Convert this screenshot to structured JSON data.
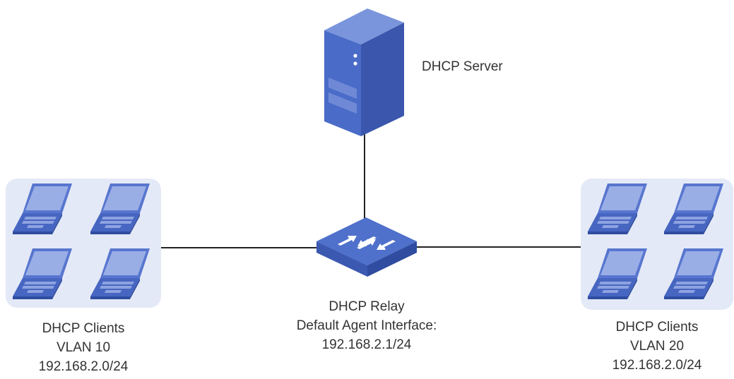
{
  "server": {
    "label": "DHCP Server"
  },
  "relay": {
    "title": "DHCP Relay",
    "interface_label": "Default Agent Interface:",
    "interface_address": "192.168.2.1/24"
  },
  "clients_left": {
    "title": "DHCP Clients",
    "vlan": "VLAN 10",
    "subnet": "192.168.2.0/24"
  },
  "clients_right": {
    "title": "DHCP Clients",
    "vlan": "VLAN 20",
    "subnet": "192.168.2.0/24"
  },
  "colors": {
    "device_blue": "#4a6cc8",
    "device_dark": "#3b58ad",
    "device_light": "#7a95dc",
    "group_bg": "#e4e9f7",
    "link_line": "#222222",
    "text": "#333333"
  }
}
